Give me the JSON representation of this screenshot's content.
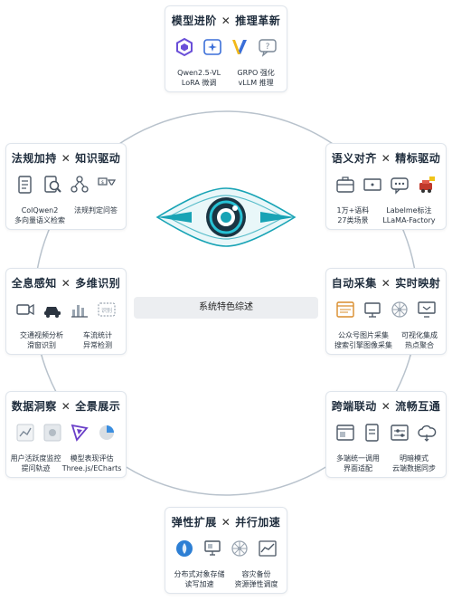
{
  "center": {
    "label": "系统特色综述"
  },
  "accent": "#17a3b5",
  "cards": {
    "top": {
      "left": "模型进阶",
      "right": "推理革新",
      "lines": [
        [
          "Qwen2.5-VL",
          "LoRA 微调"
        ],
        [
          "GRPO 强化",
          "vLLM 推理"
        ]
      ],
      "icons": [
        "qwen-logo-icon",
        "ai-sparkle-icon",
        "vllm-logo-icon",
        "question-bubble-icon"
      ]
    },
    "upper_left": {
      "left": "法规加持",
      "right": "知识驱动",
      "lines": [
        [
          "ColQwen2",
          "多向量语义检索"
        ],
        [
          "法规判定问答"
        ]
      ],
      "icons": [
        "document-icon",
        "document-search-icon",
        "node-graph-icon",
        "filter-icon"
      ]
    },
    "upper_right": {
      "left": "语义对齐",
      "right": "精标驱动",
      "lines": [
        [
          "1万+语料",
          "27类场景"
        ],
        [
          "Labelme标注",
          "LLaMA-Factory"
        ]
      ],
      "icons": [
        "toolbox-icon",
        "frame-icon",
        "chat-dots-icon",
        "vehicle-tag-icon"
      ]
    },
    "mid_left": {
      "left": "全息感知",
      "right": "多维识别",
      "lines": [
        [
          "交通视频分析",
          "滑窗识别"
        ],
        [
          "车流统计",
          "异常检测"
        ]
      ],
      "icons": [
        "camera-icon",
        "car-icon",
        "bar-chart-icon",
        "recognize-icon"
      ]
    },
    "mid_right": {
      "left": "自动采集",
      "right": "实时映射",
      "lines": [
        [
          "公众号图片采集",
          "搜索引擎图像采集"
        ],
        [
          "可视化集成",
          "热点聚合"
        ]
      ],
      "icons": [
        "browser-window-icon",
        "monitor-icon",
        "wheel-icon",
        "desktop-icon"
      ]
    },
    "lower_left": {
      "left": "数据洞察",
      "right": "全景展示",
      "lines": [
        [
          "用户活跃度监控",
          "提问轨迹"
        ],
        [
          "模型表现评估",
          "Three.js/ECharts"
        ]
      ],
      "icons": [
        "line-chart-icon",
        "grid-image-icon",
        "threejs-logo-icon",
        "pie-chart-icon"
      ]
    },
    "lower_right": {
      "left": "跨端联动",
      "right": "流畅互通",
      "lines": [
        [
          "多端统一调用",
          "界面适配"
        ],
        [
          "明暗模式",
          "云端数据同步"
        ]
      ],
      "icons": [
        "browser-window-icon",
        "document-icon",
        "slider-window-icon",
        "cloud-sync-icon"
      ]
    },
    "bottom": {
      "left": "弹性扩展",
      "right": "并行加速",
      "lines": [
        [
          "分布式对象存储",
          "读写加速"
        ],
        [
          "容灾备份",
          "资源弹性调度"
        ]
      ],
      "icons": [
        "storage-icon",
        "server-monitor-icon",
        "wheel-icon",
        "trend-chart-icon"
      ]
    }
  }
}
